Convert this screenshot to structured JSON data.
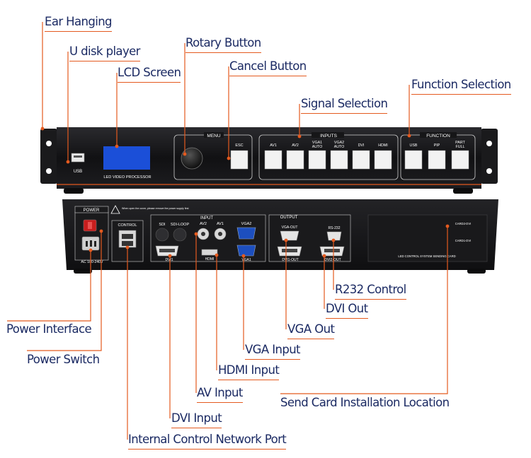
{
  "labels": {
    "ear_hanging": "Ear Hanging",
    "u_disk_player": "U disk player",
    "lcd_screen": "LCD Screen",
    "rotary_button": "Rotary Button",
    "cancel_button": "Cancel Button",
    "signal_selection": "Signal Selection",
    "function_selection": "Function Selection",
    "rs232_control": "R232 Control",
    "dvi_out": "DVI Out",
    "vga_out": "VGA Out",
    "vga_input": "VGA Input",
    "hdmi_input": "HDMI Input",
    "av_input": "AV Input",
    "dvi_input": "DVI Input",
    "power_interface": "Power Interface",
    "power_switch": "Power Switch",
    "send_card_location": "Send Card Installation Location",
    "internal_network_port": "Internal Control Network Port"
  },
  "front_panel": {
    "usb_label": "USB",
    "lcd_caption": "LED VIDEO PROCESSOR",
    "menu_title": "MENU",
    "esc_label": "ESC",
    "inputs_title": "INPUTS",
    "input_buttons": [
      "AV1",
      "AV2",
      "VGA1 AUTO",
      "VGA2 AUTO",
      "DVI",
      "HDMI"
    ],
    "function_title": "FUNCTION",
    "function_buttons": [
      "USB",
      "PIP",
      "PART FULL"
    ]
  },
  "rear_panel": {
    "power_title": "POWER",
    "power_rating": "AC 100-240V",
    "warning_text": "When open the cover, please remove the power supply first",
    "control_title": "CONTROL",
    "input_title": "INPUT",
    "sdi": "SDI",
    "sdi_loop": "SDI-LOOP",
    "av2": "AV2",
    "av1": "AV1",
    "vga2": "VGA2",
    "dvi1": "DVI1",
    "hdmi": "HDMI",
    "vga1": "VGA1",
    "output_title": "OUTPUT",
    "vga_out": "VGA-OUT",
    "rs232": "RS-232",
    "dvi1_out": "DVI1-OUT",
    "dvi2_out": "DVI2-OUT",
    "card2": "CARD2-DVI",
    "card1": "CARD1-DVI",
    "sending_card": "LED CONTROL SYSTEM SENDING CARD"
  },
  "colors": {
    "accent_line": "#e45a1f",
    "label_text": "#1b2a63",
    "device_body": "#141416",
    "panel_button": "#f2f2f2",
    "lcd_blue": "#1b4fd8"
  }
}
